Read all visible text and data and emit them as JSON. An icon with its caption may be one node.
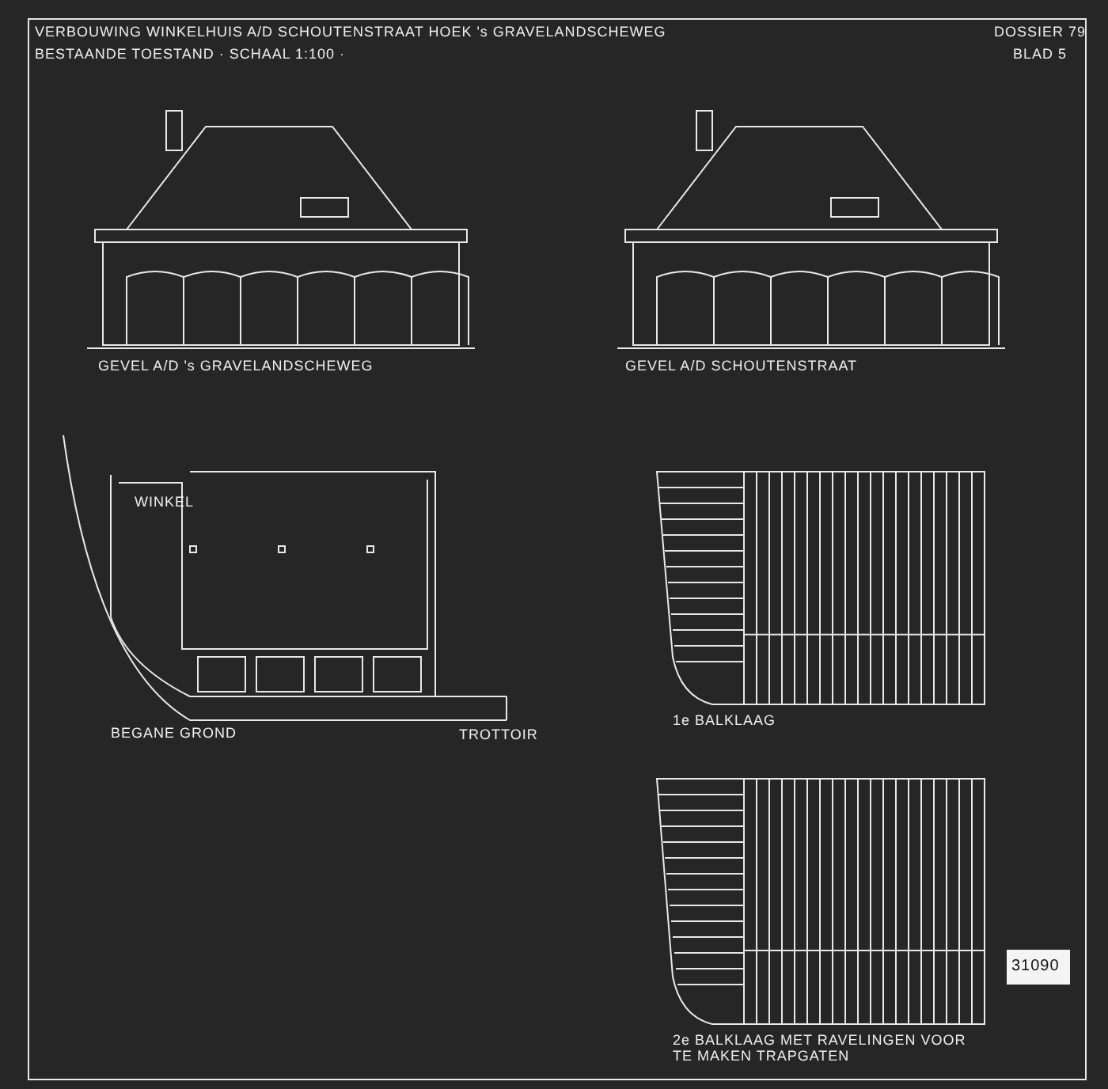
{
  "diagram": {
    "title": "VERBOUWING WINKELHUIS A/D SCHOUTENSTRAAT HOEK 's GRAVELANDSCHEWEG",
    "labels": [
      "BESTAANDE TOESTAND · SCHAAL 1:100 ·",
      "DOSSIER 79",
      "BLAD 5",
      "GEVEL A/D 's GRAVELANDSCHEWEG",
      "GEVEL A/D SCHOUTENSTRAAT",
      "WINKEL",
      "BEGANE GROND",
      "TROTTOIR",
      "1e BALKLAAG",
      "2e BALKLAAG MET RAVELINGEN VOOR TE MAKEN TRAPGATEN",
      "31090"
    ]
  }
}
